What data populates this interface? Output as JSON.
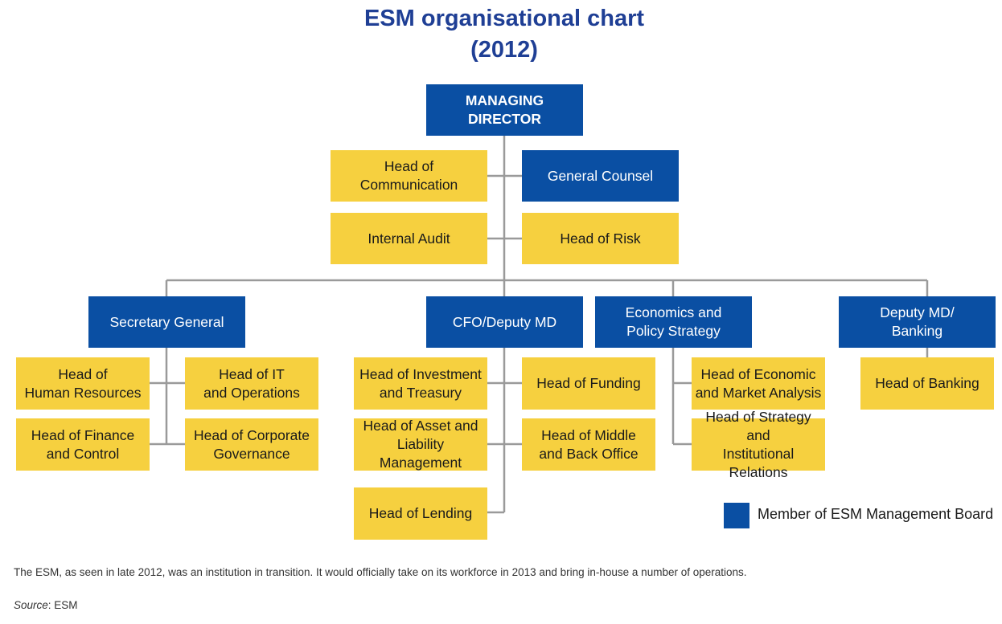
{
  "title": {
    "line1": "ESM organisational chart",
    "line2": "(2012)"
  },
  "colors": {
    "board_member": "#0a4fa3",
    "unit": "#f6d03f",
    "connector": "#9a9a9a",
    "title": "#1f3f95"
  },
  "nodes": {
    "managing_director": "MANAGING\nDIRECTOR",
    "head_of_communication": "Head of\nCommunication",
    "general_counsel": "General Counsel",
    "internal_audit": "Internal Audit",
    "head_of_risk": "Head of Risk",
    "secretary_general": "Secretary General",
    "cfo_deputy_md": "CFO/Deputy MD",
    "economics_policy_strategy": "Economics and\nPolicy Strategy",
    "deputy_md_banking": "Deputy MD/\nBanking",
    "head_of_human_resources": "Head of\nHuman Resources",
    "head_of_it_operations": "Head of IT\nand Operations",
    "head_of_finance_control": "Head of Finance\nand Control",
    "head_of_corporate_governance": "Head of Corporate\nGovernance",
    "head_of_investment_treasury": "Head of Investment\nand Treasury",
    "head_of_funding": "Head of Funding",
    "head_of_asset_liability": "Head of Asset and\nLiability Management",
    "head_of_middle_back_office": "Head of Middle\nand Back Office",
    "head_of_lending": "Head of Lending",
    "head_of_economic_market_analysis": "Head of Economic\nand Market Analysis",
    "head_of_strategy_institutional": "Head of Strategy and\nInstitutional Relations",
    "head_of_banking": "Head of Banking"
  },
  "legend": {
    "label": "Member of ESM Management Board"
  },
  "caption": "The ESM, as seen in late 2012, was an institution in transition. It would officially take on its workforce in 2013 and bring in-house a number of operations.",
  "source": {
    "label": "Source",
    "value": ": ESM"
  }
}
